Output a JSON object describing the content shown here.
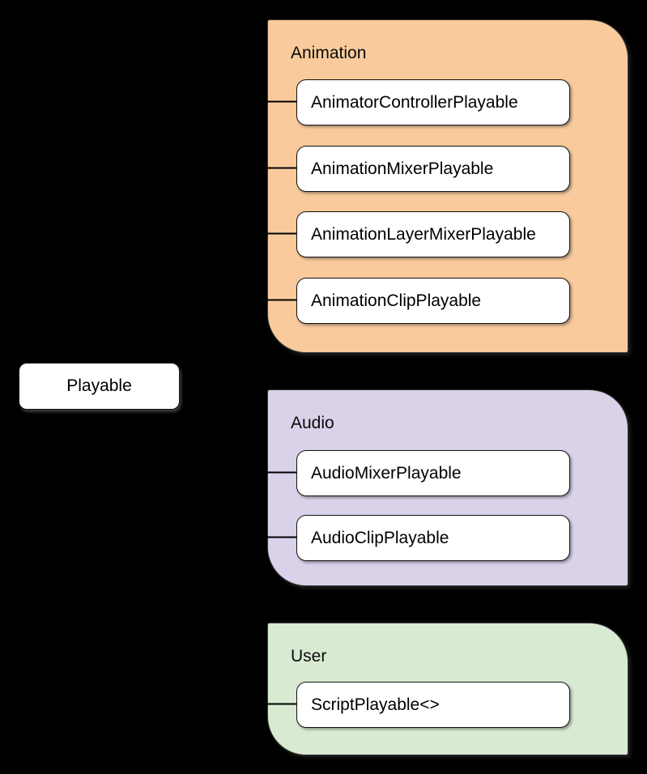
{
  "colors": {
    "background": "#000000",
    "connector": "#000000",
    "node_fill": "#ffffff",
    "node_border": "#000000",
    "animation_group_fill": "#f9cb9c",
    "audio_group_fill": "#d9d2e9",
    "user_group_fill": "#d9ead3"
  },
  "root": {
    "label": "Playable"
  },
  "groups": [
    {
      "label": "Animation",
      "children": [
        {
          "label": "AnimatorControllerPlayable"
        },
        {
          "label": "AnimationMixerPlayable"
        },
        {
          "label": "AnimationLayerMixerPlayable"
        },
        {
          "label": "AnimationClipPlayable"
        }
      ]
    },
    {
      "label": "Audio",
      "children": [
        {
          "label": "AudioMixerPlayable"
        },
        {
          "label": "AudioClipPlayable"
        }
      ]
    },
    {
      "label": "User",
      "children": [
        {
          "label": "ScriptPlayable<>"
        }
      ]
    }
  ]
}
